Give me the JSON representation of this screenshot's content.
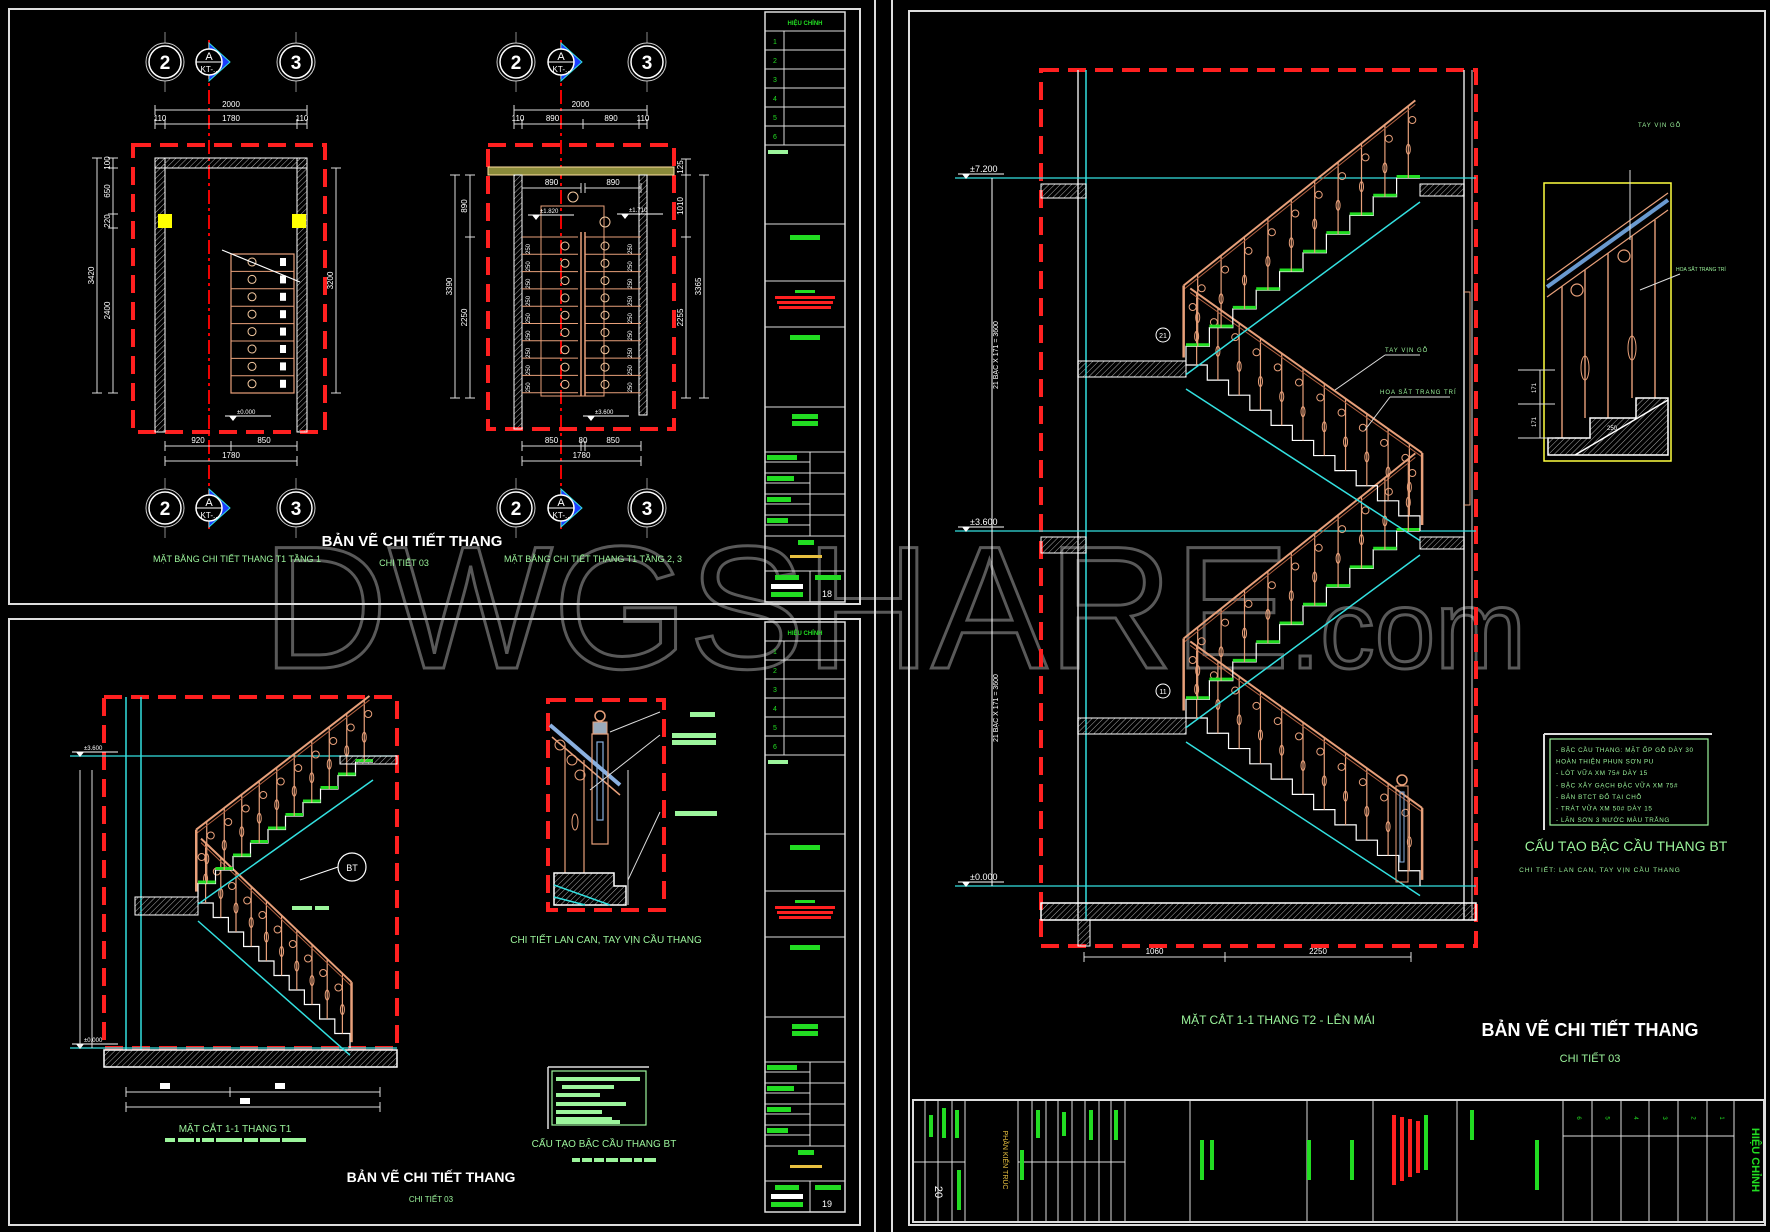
{
  "common": {
    "drawing_title": "BẢN VẼ CHI TIẾT THANG",
    "detail_code": "CHI TIẾT 03",
    "revision_header": "HIỆU CHỈNH",
    "revision_rows": [
      "1",
      "2",
      "3",
      "4",
      "5",
      "6"
    ],
    "discipline": "PHẦN KIẾN TRÚC"
  },
  "sheet18": {
    "sheet_no": "18",
    "axes": [
      "2",
      "3"
    ],
    "section_marker": {
      "letter": "A",
      "code": "KT-.."
    },
    "plan1": {
      "title": "MẶT BẰNG CHI TIẾT THANG T1 TẦNG 1",
      "dims_top": [
        "2000",
        "110",
        "1780",
        "110"
      ],
      "dims_left": [
        "100",
        "650",
        "220",
        "3420",
        "2400"
      ],
      "dim_right": "3200",
      "dims_bottom": [
        "920",
        "850",
        "1780"
      ],
      "level": "±0.000"
    },
    "plan2": {
      "title": "MẶT BẰNG CHI TIẾT THANG T1 TẦNG 2, 3",
      "dims_top": [
        "2000",
        "110",
        "890",
        "890",
        "110"
      ],
      "dims_inner": [
        "890",
        "890"
      ],
      "tread_width": "250",
      "dims_right": [
        "125",
        "1010",
        "3365",
        "2255"
      ],
      "dims_left": [
        "890",
        "3390",
        "2250"
      ],
      "dims_bottom": [
        "850",
        "80",
        "850",
        "1780"
      ],
      "levels": [
        "±1.820",
        "±1.710",
        "±3.600"
      ]
    }
  },
  "sheet19": {
    "sheet_no": "19",
    "section_title": "MẶT CẮT 1-1 THANG T1",
    "callout": "BT",
    "levels": [
      "±3.600",
      "±0.000"
    ],
    "railing_detail_title": "CHI TIẾT LAN CAN, TAY VỊN CẦU THANG",
    "notes_title": "CẤU TẠO BẬC CẦU THANG BT"
  },
  "sheet20": {
    "sheet_no": "20",
    "levels": [
      "±7.200",
      "±3.600",
      "±0.000"
    ],
    "flight_dim": "21 BẬC X 171 = 3600",
    "step_numbers": [
      "21",
      "11"
    ],
    "handrail_label": "TAY VỊN GỖ",
    "baluster_label": "HOA SẮT TRANG TRÍ",
    "dims_bottom": [
      "1060",
      "2250"
    ],
    "section_title": "MẶT CẮT 1-1 THANG T2 - LÊN MÁI",
    "detail_dims": [
      "171",
      "171",
      "250"
    ],
    "notes": [
      "- BẬC CẦU THANG: MẶT ỐP GỖ DÀY 30",
      "  HOÀN THIỆN PHUN SƠN PU",
      "- LÓT VỮA XM 75# DÀY 15",
      "- BẬC XÂY GẠCH ĐẶC VỮA XM 75#",
      "- BẢN BTCT ĐỔ TẠI CHỖ",
      "- TRÁT VỮA XM 50# DÀY 15",
      "- LĂN SƠN 3 NƯỚC MÀU TRẮNG"
    ],
    "notes_title": "CẤU TẠO BẬC CẦU THANG BT",
    "notes_subtitle": "CHI TIẾT: LAN CAN, TAY VỊN CẦU THANG"
  },
  "watermark": {
    "main": "DWGSHARE",
    "suffix": ".com"
  },
  "colors": {
    "background": "#000000",
    "boundary": "#ff2020",
    "railing": "#e8a07a",
    "tread": "#22dd22",
    "structure": "#33e0e0",
    "annotation": "#9cf59c",
    "frame": "#dddddd"
  }
}
